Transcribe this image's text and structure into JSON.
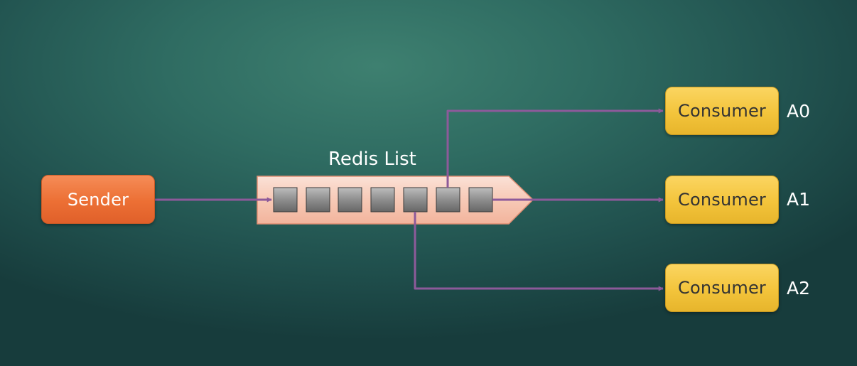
{
  "sender": {
    "label": "Sender"
  },
  "queue": {
    "label": "Redis List",
    "slots": 7
  },
  "consumers": [
    {
      "label": "Consumer",
      "tag": "A0"
    },
    {
      "label": "Consumer",
      "tag": "A1"
    },
    {
      "label": "Consumer",
      "tag": "A2"
    }
  ],
  "colors": {
    "sender": "#ec6f34",
    "consumer": "#f3c43b",
    "queue": "#f7c6b4",
    "arrow": "#8d5a9a",
    "slot": "#8a8a8a"
  }
}
